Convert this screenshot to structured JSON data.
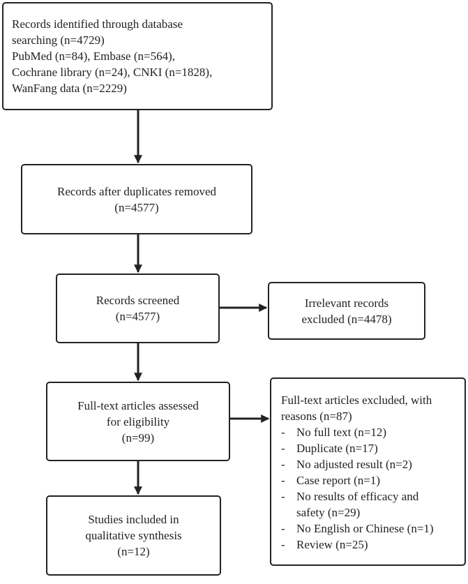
{
  "identification": {
    "lines": [
      "Records identified through database",
      "searching (n=4729)",
      "PubMed (n=84), Embase (n=564),",
      "Cochrane library (n=24), CNKI (n=1828),",
      "WanFang data (n=2229)"
    ]
  },
  "duplicates_removed": {
    "lines": [
      "Records after duplicates removed",
      "(n=4577)"
    ]
  },
  "screened": {
    "lines": [
      "Records screened",
      "(n=4577)"
    ]
  },
  "excluded_irrelevant": {
    "lines": [
      "Irrelevant records",
      "excluded (n=4478)"
    ]
  },
  "eligibility": {
    "lines": [
      "Full-text articles assessed",
      "for eligibility",
      "(n=99)"
    ]
  },
  "excluded_fulltext": {
    "heading_lines": [
      "Full-text articles excluded, with",
      "reasons (n=87)"
    ],
    "bullet": "-",
    "reasons": [
      [
        "No full text (n=12)"
      ],
      [
        "Duplicate (n=17)"
      ],
      [
        "No adjusted result (n=2)"
      ],
      [
        "Case report (n=1)"
      ],
      [
        "No results of efficacy and",
        "safety (n=29)"
      ],
      [
        "No English or Chinese (n=1)"
      ],
      [
        "Review (n=25)"
      ]
    ]
  },
  "included": {
    "lines": [
      "Studies included in",
      "qualitative synthesis",
      "(n=12)"
    ]
  }
}
